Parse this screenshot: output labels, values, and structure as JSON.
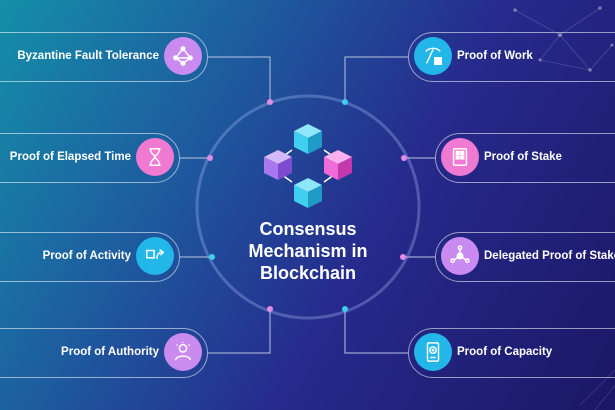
{
  "center": {
    "title_lines": [
      "Consensus",
      "Mechanism in",
      "Blockchain"
    ]
  },
  "left_nodes": [
    {
      "label": "Byzantine Fault Tolerance",
      "icon": "network-icon",
      "icon_color": "#c98bf0"
    },
    {
      "label": "Proof of Elapsed Time",
      "icon": "hourglass-icon",
      "icon_color": "#f07ad2"
    },
    {
      "label": "Proof of Activity",
      "icon": "activity-icon",
      "icon_color": "#23b6e8"
    },
    {
      "label": "Proof of Authority",
      "icon": "authority-icon",
      "icon_color": "#c98bf0"
    }
  ],
  "right_nodes": [
    {
      "label": "Proof of Work",
      "icon": "pickaxe-icon",
      "icon_color": "#23b6e8"
    },
    {
      "label": "Proof of Stake",
      "icon": "stake-icon",
      "icon_color": "#f07ad2"
    },
    {
      "label": "Delegated Proof of Stake",
      "icon": "delegate-icon",
      "icon_color": "#c98bf0"
    },
    {
      "label": "Proof of Capacity",
      "icon": "harddrive-icon",
      "icon_color": "#23b6e8"
    }
  ],
  "colors": {
    "cube_cyan": "#3fd0f0",
    "cube_purple": "#a978f0",
    "cube_pink": "#f06ad8",
    "connector_line": "#b9c4e0"
  }
}
